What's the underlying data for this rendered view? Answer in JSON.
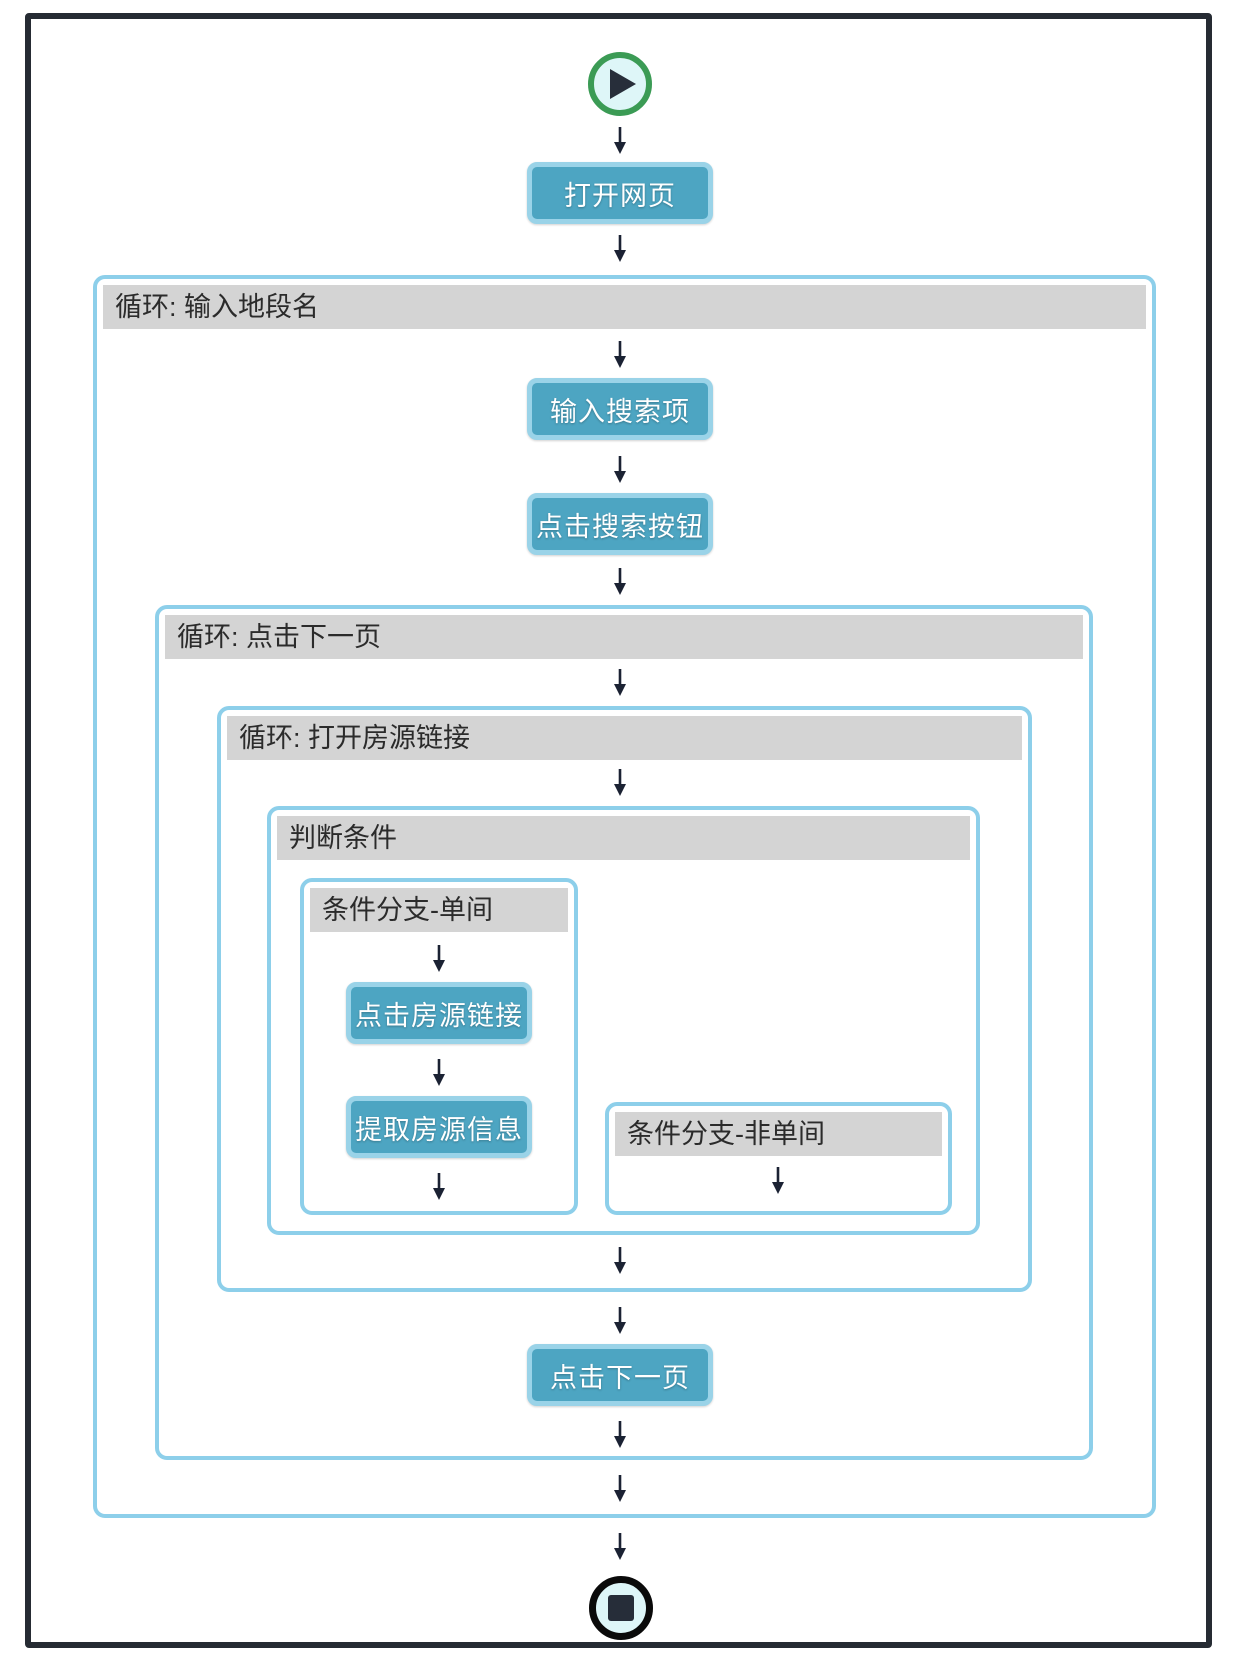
{
  "workflow": {
    "open_page": {
      "label": "打开网页"
    },
    "loop_location": {
      "title": "循环: 输入地段名",
      "enter_search": {
        "label": "输入搜索项"
      },
      "click_search": {
        "label": "点击搜索按钮"
      },
      "loop_next_page": {
        "title": "循环: 点击下一页",
        "loop_open_listing": {
          "title": "循环: 打开房源链接",
          "condition": {
            "title": "判断条件",
            "branch_single": {
              "title": "条件分支-单间",
              "click_listing": {
                "label": "点击房源链接"
              },
              "extract_info": {
                "label": "提取房源信息"
              }
            },
            "branch_not_single": {
              "title": "条件分支-非单间"
            }
          }
        },
        "click_next": {
          "label": "点击下一页"
        }
      }
    }
  },
  "icons": {
    "start": "play-icon",
    "end": "stop-icon",
    "connector": "down-arrow-icon"
  },
  "colors": {
    "container_border": "#8DCFEA",
    "header_bg": "#D4D4D4",
    "header_text": "#2B2B2B",
    "step_fill": "#4DA5C2",
    "step_border": "#9AD3E8",
    "step_text": "#FFFFFF",
    "start_ring": "#3B9B55",
    "stop_ring": "#0A0A0A",
    "terminal_fill": "#DEF6F8",
    "frame_border": "#262B33",
    "arrow": "#1B2233"
  }
}
